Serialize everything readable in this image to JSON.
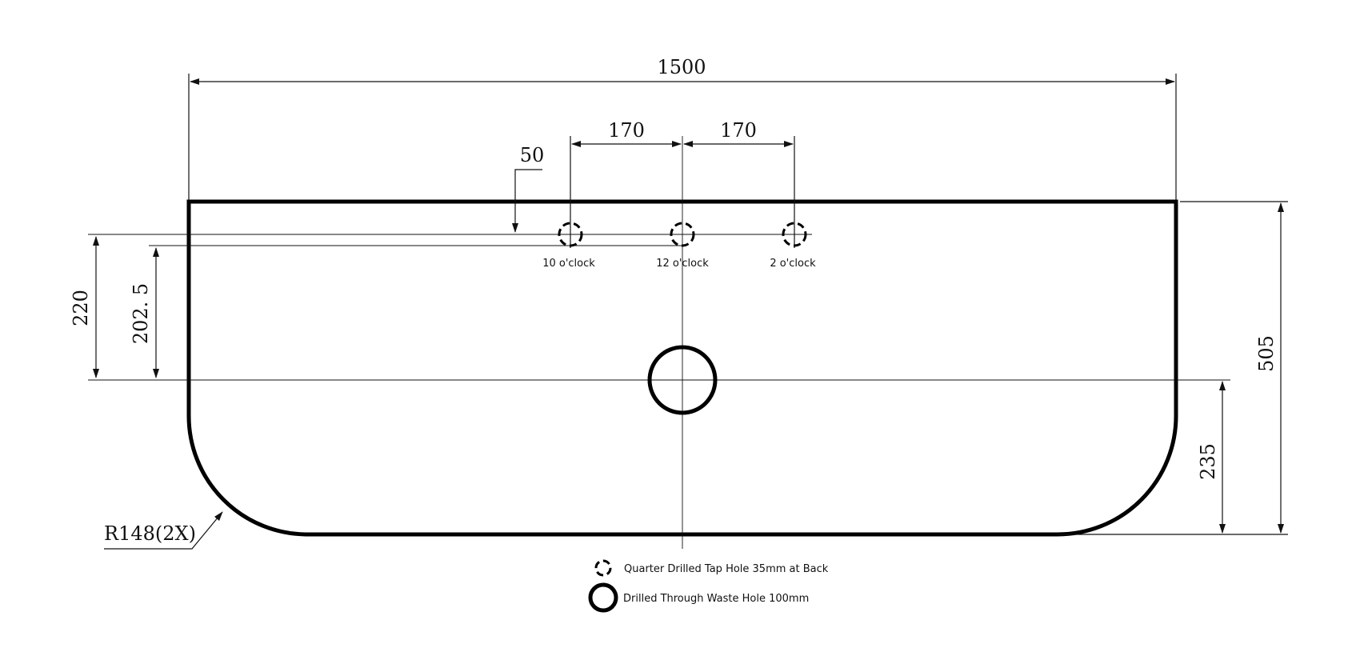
{
  "drawing": {
    "colors": {
      "line": "#111111",
      "background": "#ffffff"
    },
    "dimensions": {
      "overall_width": "1500",
      "tap_spacing_left": "170",
      "tap_spacing_right": "170",
      "tap_offset_from_back": "50",
      "tap_centre_line": "220",
      "waste_centre": "202. 5",
      "overall_depth": "505",
      "waste_from_front": "235",
      "corner_radius": "R148(2X)"
    },
    "tap_holes": [
      {
        "label": "10 o'clock"
      },
      {
        "label": "12 o'clock"
      },
      {
        "label": "2 o'clock"
      }
    ],
    "legend": {
      "tap_hole": "Quarter Drilled Tap Hole 35mm at Back",
      "waste_hole": "Drilled Through Waste Hole 100mm"
    }
  }
}
